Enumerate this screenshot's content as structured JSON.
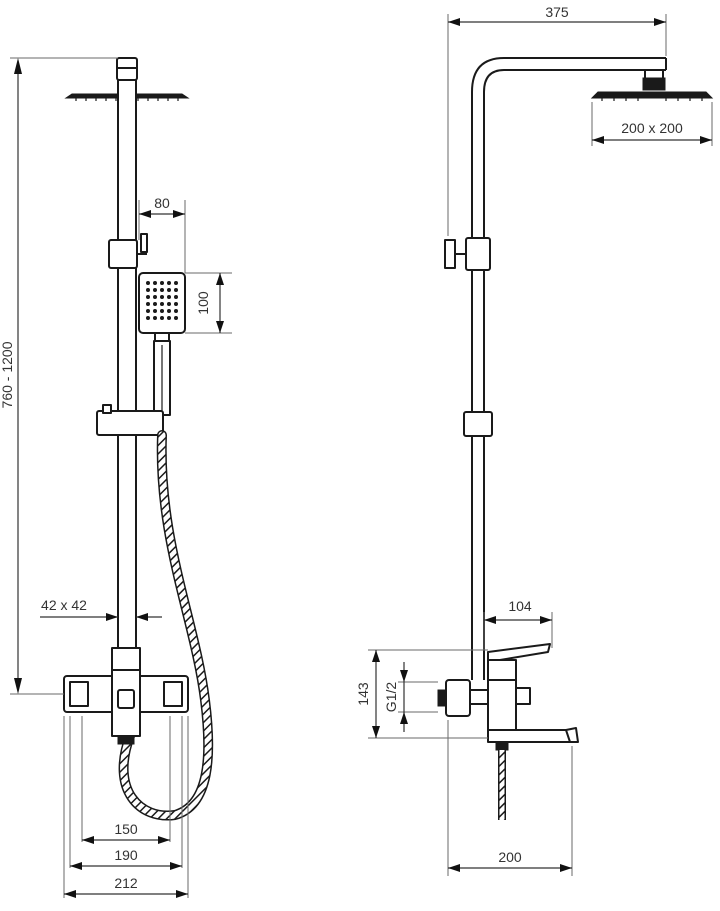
{
  "dimensions": {
    "front": {
      "height_range": "760 - 1200",
      "hand_shower_width": "80",
      "hand_shower_height": "100",
      "bar_section": "42 x 42",
      "width_150": "150",
      "width_190": "190",
      "width_212": "212"
    },
    "side": {
      "arm_reach": "375",
      "head_size": "200 x 200",
      "spout_length": "104",
      "mixer_height": "143",
      "thread": "G1/2",
      "spout_reach": "200"
    }
  },
  "colors": {
    "line": "#1a1a1a",
    "dimension": "#333333"
  }
}
